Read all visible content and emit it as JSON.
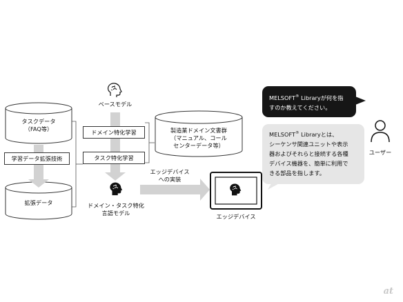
{
  "nodes": {
    "task_data": "タスクデータ\n（FAQ等）",
    "augment_tech": "学習データ拡張技術",
    "augmented_data": "拡張データ",
    "base_model": "ベースモデル",
    "domain_learning": "ドメイン特化学習",
    "task_learning": "タスク特化学習",
    "domain_task_model": "ドメイン・タスク特化\n言語モデル",
    "manufacturing_docs": "製造業ドメイン文書群\n（マニュアル、コール\nセンターデータ等）",
    "edge_impl": "エッジデバイス\nへの実装",
    "edge_device": "エッジデバイス",
    "user": "ユーザー"
  },
  "chat": {
    "question_brand": "MELSOFT",
    "question_sup": "®",
    "question_rest": " Libraryが何を指\nすのか教えてください。",
    "answer_brand": "MELSOFT",
    "answer_sup": "®",
    "answer_rest": " Libraryとは、\nシーケンサ関連ユニットや表示\n器およびそれらと接続する各種\nデバイス機器を、簡単に利用で\nきる部品を指します。"
  },
  "watermark": "at",
  "icons": [
    "brain-head-outline-icon",
    "brain-head-filled-icon",
    "user-icon"
  ]
}
